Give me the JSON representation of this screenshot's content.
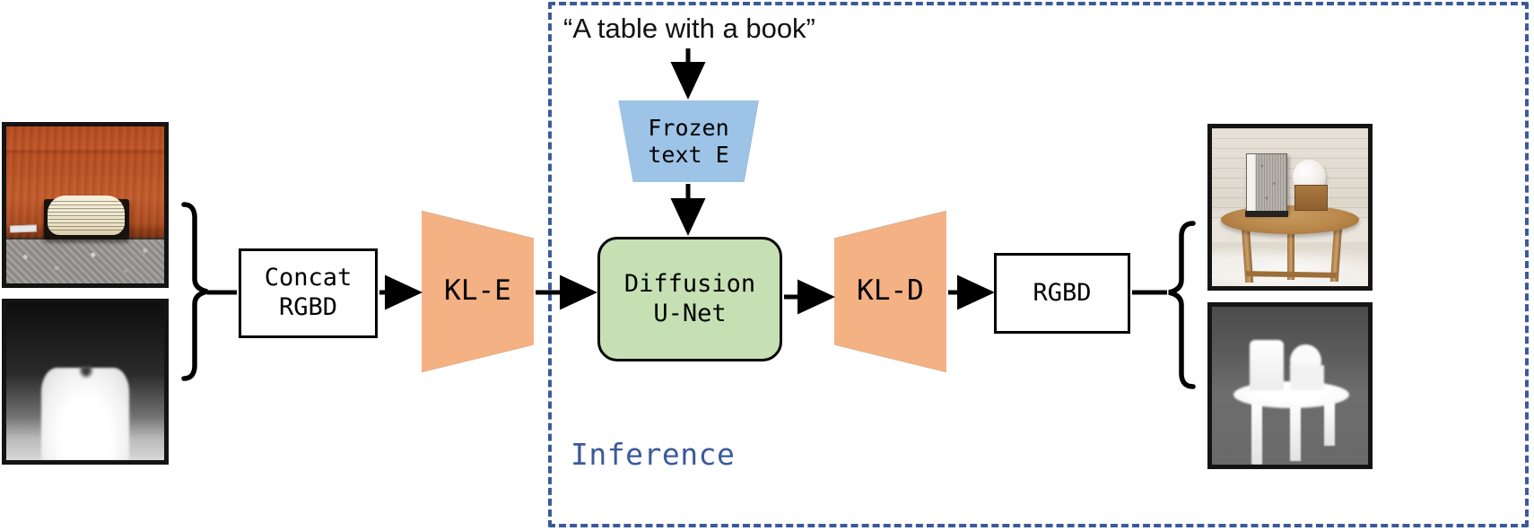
{
  "diagram": {
    "title": "Latent diffusion RGBD generation inference pipeline",
    "region": {
      "label": "Inference",
      "border_color": "#3a5a9b",
      "style": "dashed"
    },
    "prompt": {
      "text": "“A table with a book”"
    },
    "blocks": {
      "concat": {
        "line1": "Concat",
        "line2": "RGBD",
        "fill": "#ffffff"
      },
      "text_encoder": {
        "line1": "Frozen",
        "line2": "text E",
        "fill": "#9dc3e6"
      },
      "kl_encoder": {
        "label": "KL-E",
        "fill": "#f4b183"
      },
      "unet": {
        "line1": "Diffusion",
        "line2": "U-Net",
        "fill": "#c6e0b4"
      },
      "kl_decoder": {
        "label": "KL-D",
        "fill": "#f4b183"
      },
      "rgbd_out": {
        "label": "RGBD",
        "fill": "#ffffff"
      }
    },
    "images": {
      "input_rgb": {
        "caption": "input-rgb-book-on-wooden-table"
      },
      "input_depth": {
        "caption": "input-depth-map-book"
      },
      "output_rgb": {
        "caption": "generated-rgb-round-table-with-book"
      },
      "output_depth": {
        "caption": "generated-depth-map-table"
      }
    },
    "connectors": {
      "input_brace": "left-curly-brace-grouping-inputs",
      "output_brace": "right-curly-brace-grouping-outputs",
      "arrows": [
        "prompt-to-text-encoder",
        "text-encoder-to-unet",
        "concat-to-kl-encoder",
        "kl-encoder-to-unet",
        "unet-to-kl-decoder",
        "kl-decoder-to-rgbd"
      ]
    }
  }
}
